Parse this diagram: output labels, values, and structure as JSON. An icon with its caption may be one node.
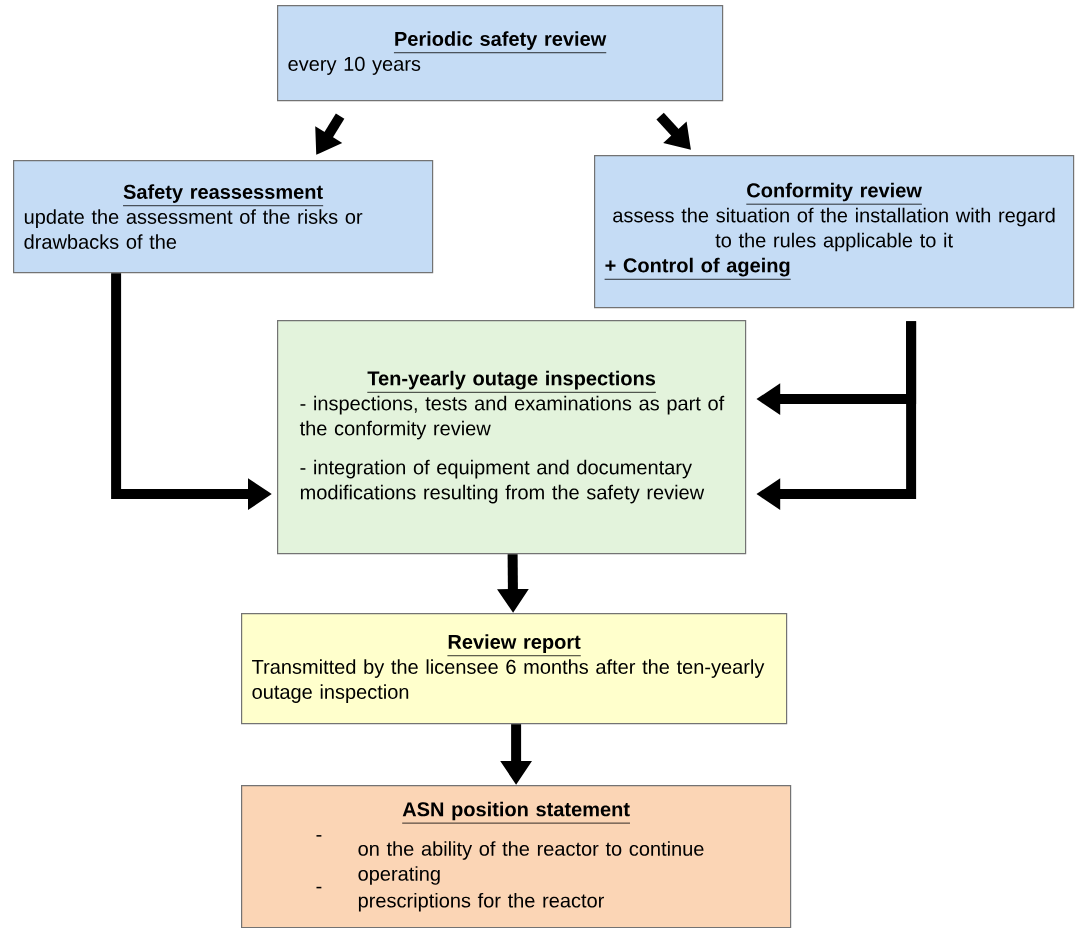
{
  "diagram": {
    "nodes": [
      {
        "text": [
          "Periodic safety review",
          "every 10 years"
        ]
      },
      {
        "text": [
          "Safety reassessment",
          "update the assessment of the risks or drawbacks of the"
        ]
      },
      {
        "text": [
          "Conformity review",
          "assess the situation of the installation with regard to the rules applicable to it",
          "+ Control of ageing"
        ]
      },
      {
        "text": [
          "Ten-yearly outage inspections",
          "- inspections, tests and examinations as part of the conformity review",
          "- integration of equipment and documentary modifications resulting from the safety review"
        ]
      },
      {
        "text": [
          "Review report",
          "Transmitted by the licensee 6 months after the ten-yearly outage inspection"
        ]
      },
      {
        "text": [
          "ASN position statement",
          "-",
          "on the ability of the reactor to continue operating",
          "-",
          "prescriptions for the reactor"
        ]
      }
    ],
    "edges": [
      {
        "from": 0,
        "to": 1,
        "arrow": "to"
      },
      {
        "from": 0,
        "to": 2,
        "arrow": "to"
      },
      {
        "from": 1,
        "to": 3,
        "arrow": "to"
      },
      {
        "from": 2,
        "to": 3,
        "arrow": "to"
      },
      {
        "from": 2,
        "to": 3,
        "arrow": "to"
      },
      {
        "from": 3,
        "to": 4,
        "arrow": "to"
      },
      {
        "from": 4,
        "to": 5,
        "arrow": "to"
      }
    ]
  }
}
